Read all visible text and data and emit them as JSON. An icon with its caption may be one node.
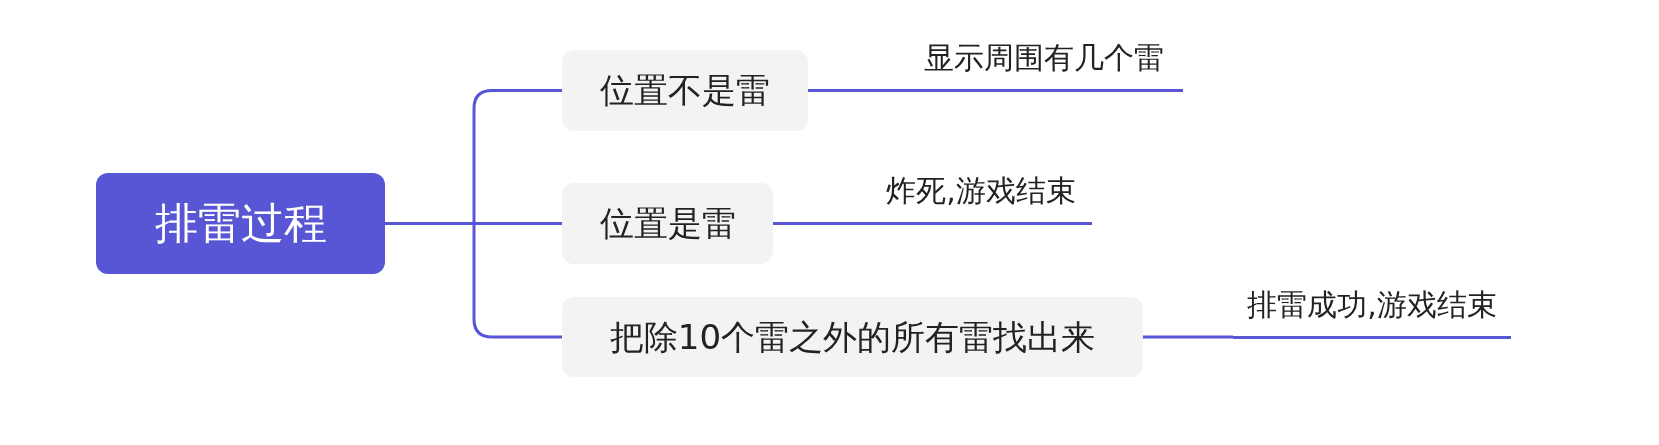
{
  "diagram": {
    "nodes": [
      {
        "text": [
          "排雷过程"
        ]
      },
      {
        "text": [
          "位置不是雷"
        ]
      },
      {
        "text": [
          "位置是雷"
        ]
      },
      {
        "text": [
          "把除10个雷之外的所有雷找出来"
        ]
      },
      {
        "text": [
          "显示周围有几个雷"
        ]
      },
      {
        "text": [
          "炸死,游戏结束"
        ]
      },
      {
        "text": [
          "排雷成功,游戏结束"
        ]
      }
    ],
    "edges": [
      {
        "from": 0,
        "to": 1,
        "arrow": "none"
      },
      {
        "from": 0,
        "to": 2,
        "arrow": "none"
      },
      {
        "from": 0,
        "to": 3,
        "arrow": "none"
      },
      {
        "from": 1,
        "to": 4,
        "arrow": "none"
      },
      {
        "from": 2,
        "to": 5,
        "arrow": "none"
      },
      {
        "from": 3,
        "to": 6,
        "arrow": "none"
      }
    ]
  }
}
